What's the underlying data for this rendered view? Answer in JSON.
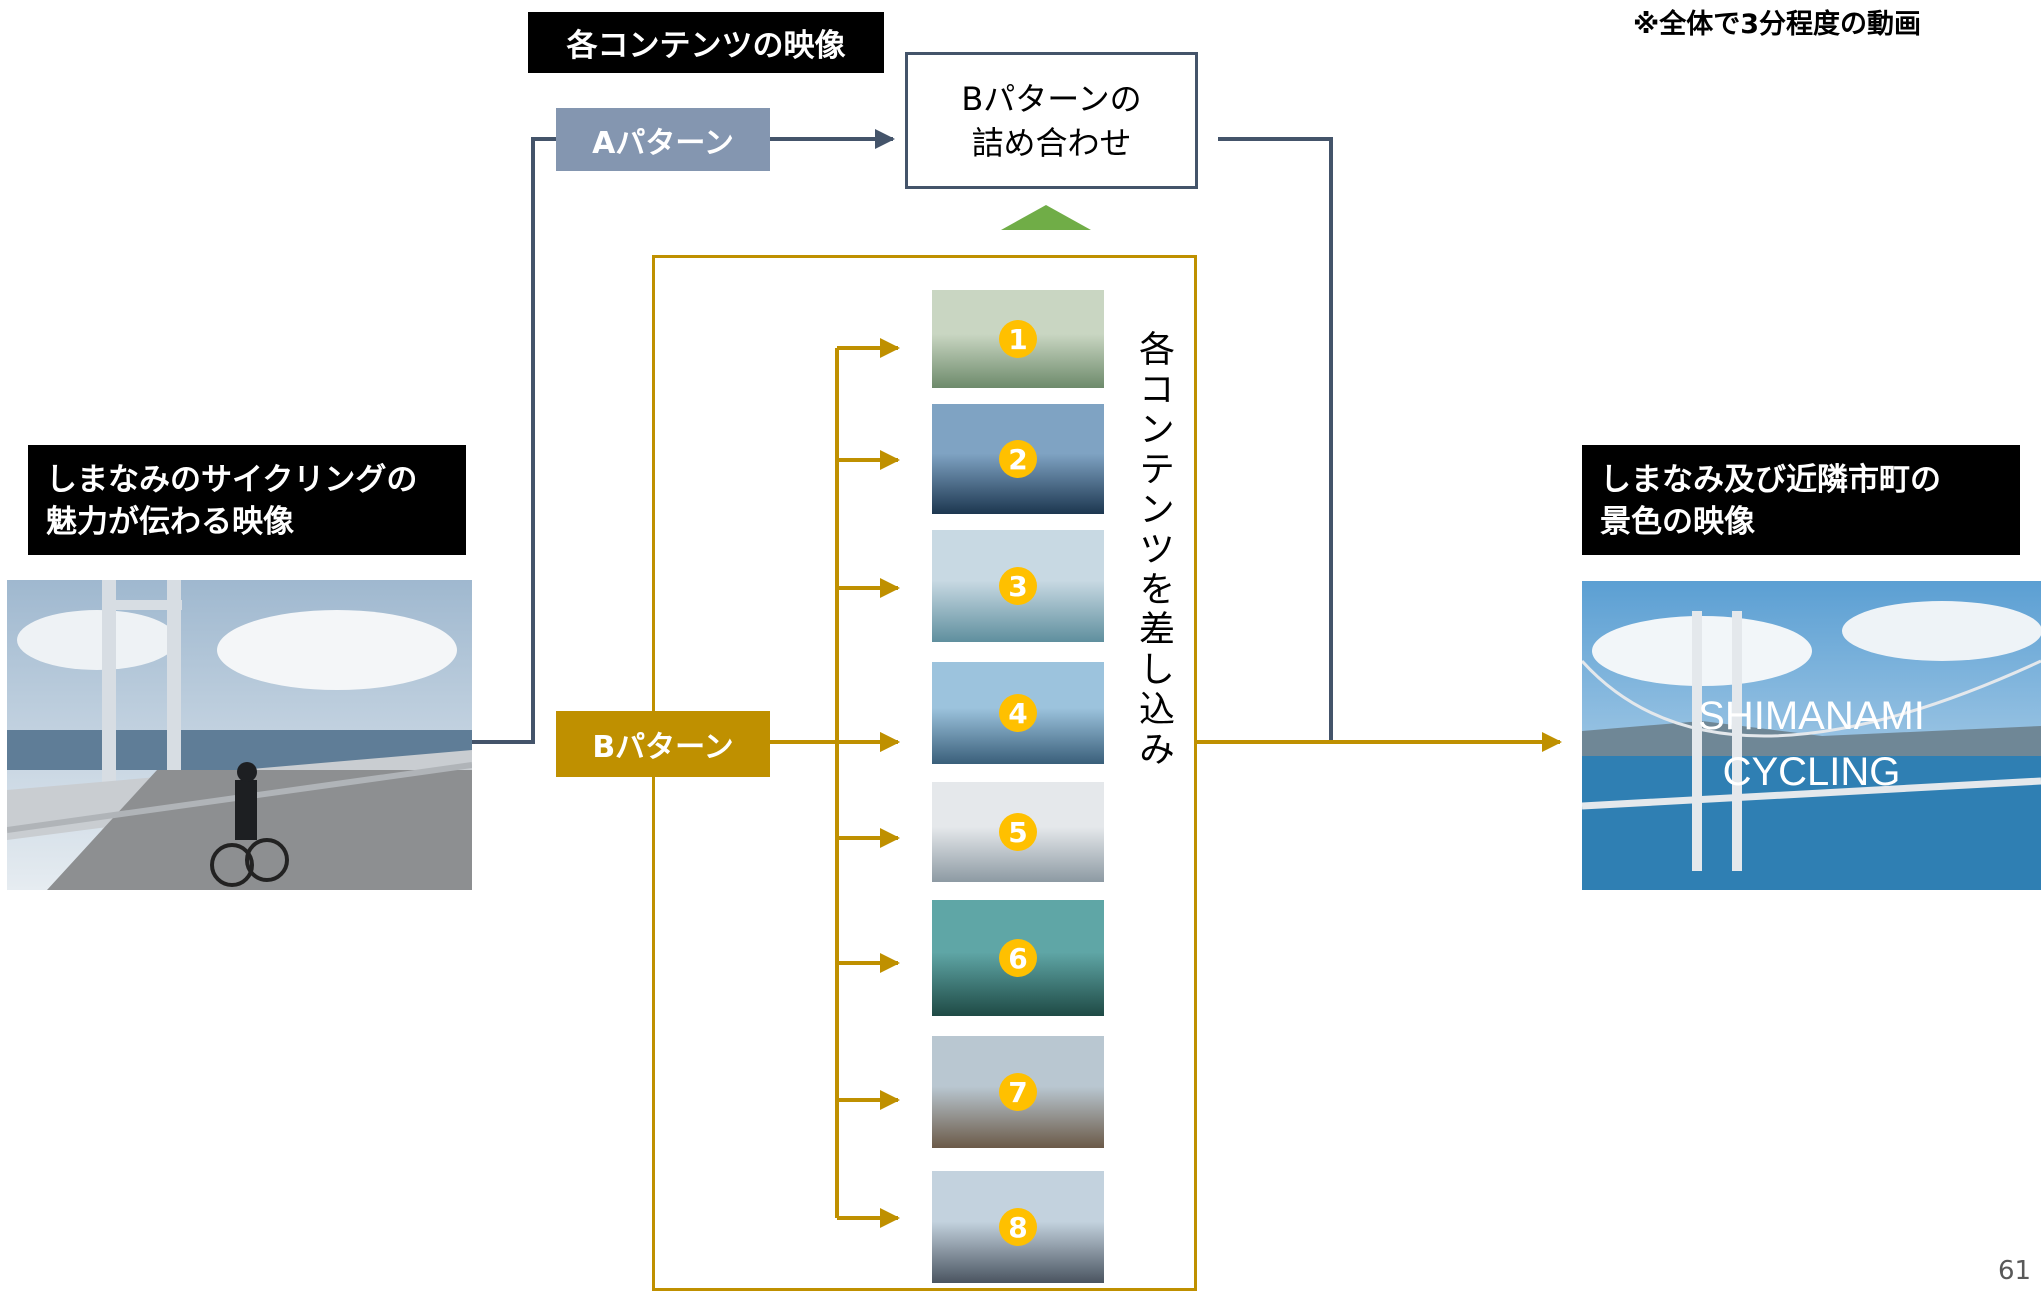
{
  "note": "※全体で3分程度の動画",
  "page_number": "61",
  "labels": {
    "each_content": "各コンテンツの映像",
    "left_line1": "しまなみのサイクリングの",
    "left_line2": "魅力が伝わる映像",
    "right_line1": "しまなみ及び近隣市町の",
    "right_line2": "景色の映像"
  },
  "pattern_a": "Aパターン",
  "pattern_b": "Bパターン",
  "combine": {
    "line1": "Bパターンの",
    "line2": "詰め合わせ"
  },
  "insert_label": "各コンテンツを差し込み",
  "overlay": {
    "line1": "SHIMANAMI",
    "line2": "CYCLING"
  },
  "items": [
    "1",
    "2",
    "3",
    "4",
    "5",
    "6",
    "7",
    "8"
  ],
  "colors": {
    "slate": "#44546a",
    "gold": "#bf9000",
    "pattern_a_bg": "#8496b0",
    "badge": "#ffc000",
    "triangle": "#70ad47"
  }
}
